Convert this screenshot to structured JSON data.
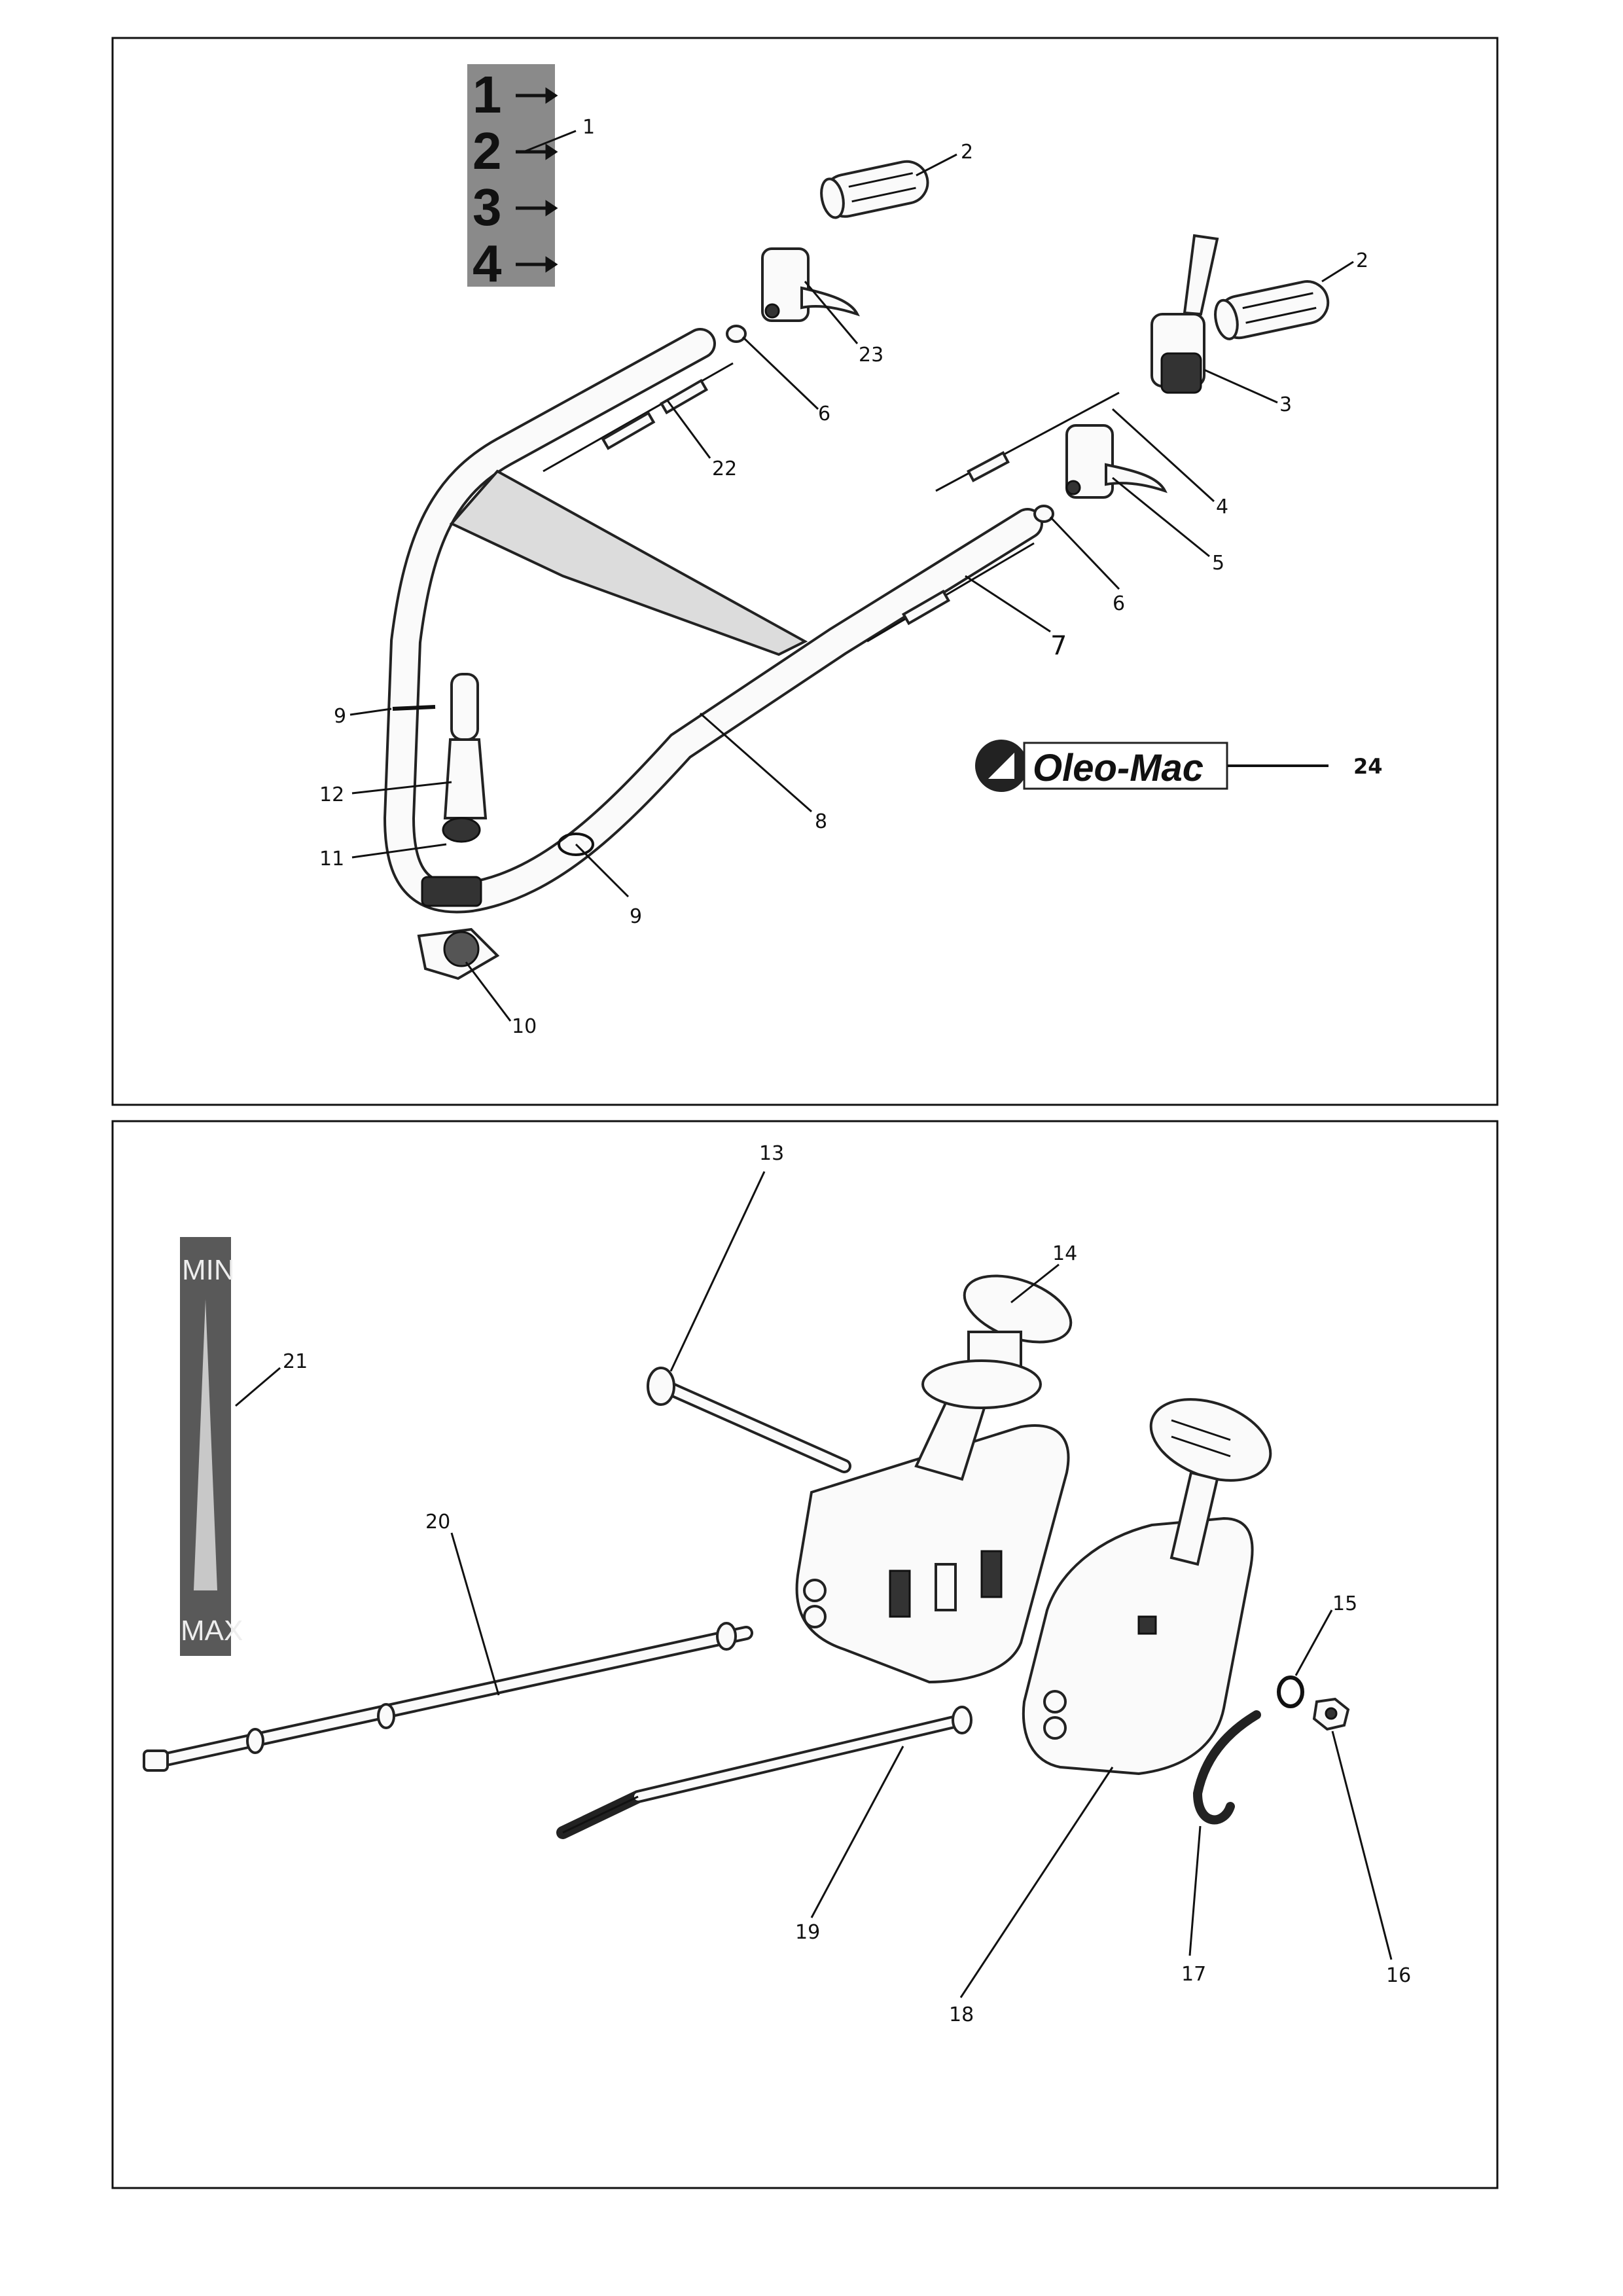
{
  "gear_decal": {
    "numbers": [
      "1",
      "2",
      "3",
      "4"
    ]
  },
  "throttle_decal": {
    "min_label": "MIN",
    "max_label": "MAX"
  },
  "brand": {
    "logo_text": "Oleo-Mac"
  },
  "callouts": {
    "c1": "1",
    "c2a": "2",
    "c2b": "2",
    "c3": "3",
    "c4": "4",
    "c5": "5",
    "c6a": "6",
    "c6b": "6",
    "c7": "7",
    "c8": "8",
    "c9a": "9",
    "c9b": "9",
    "c10": "10",
    "c11": "11",
    "c12": "12",
    "c13": "13",
    "c14": "14",
    "c15": "15",
    "c16": "16",
    "c17": "17",
    "c18": "18",
    "c19": "19",
    "c20": "20",
    "c21": "21",
    "c22": "22",
    "c23": "23",
    "c24": "24"
  }
}
